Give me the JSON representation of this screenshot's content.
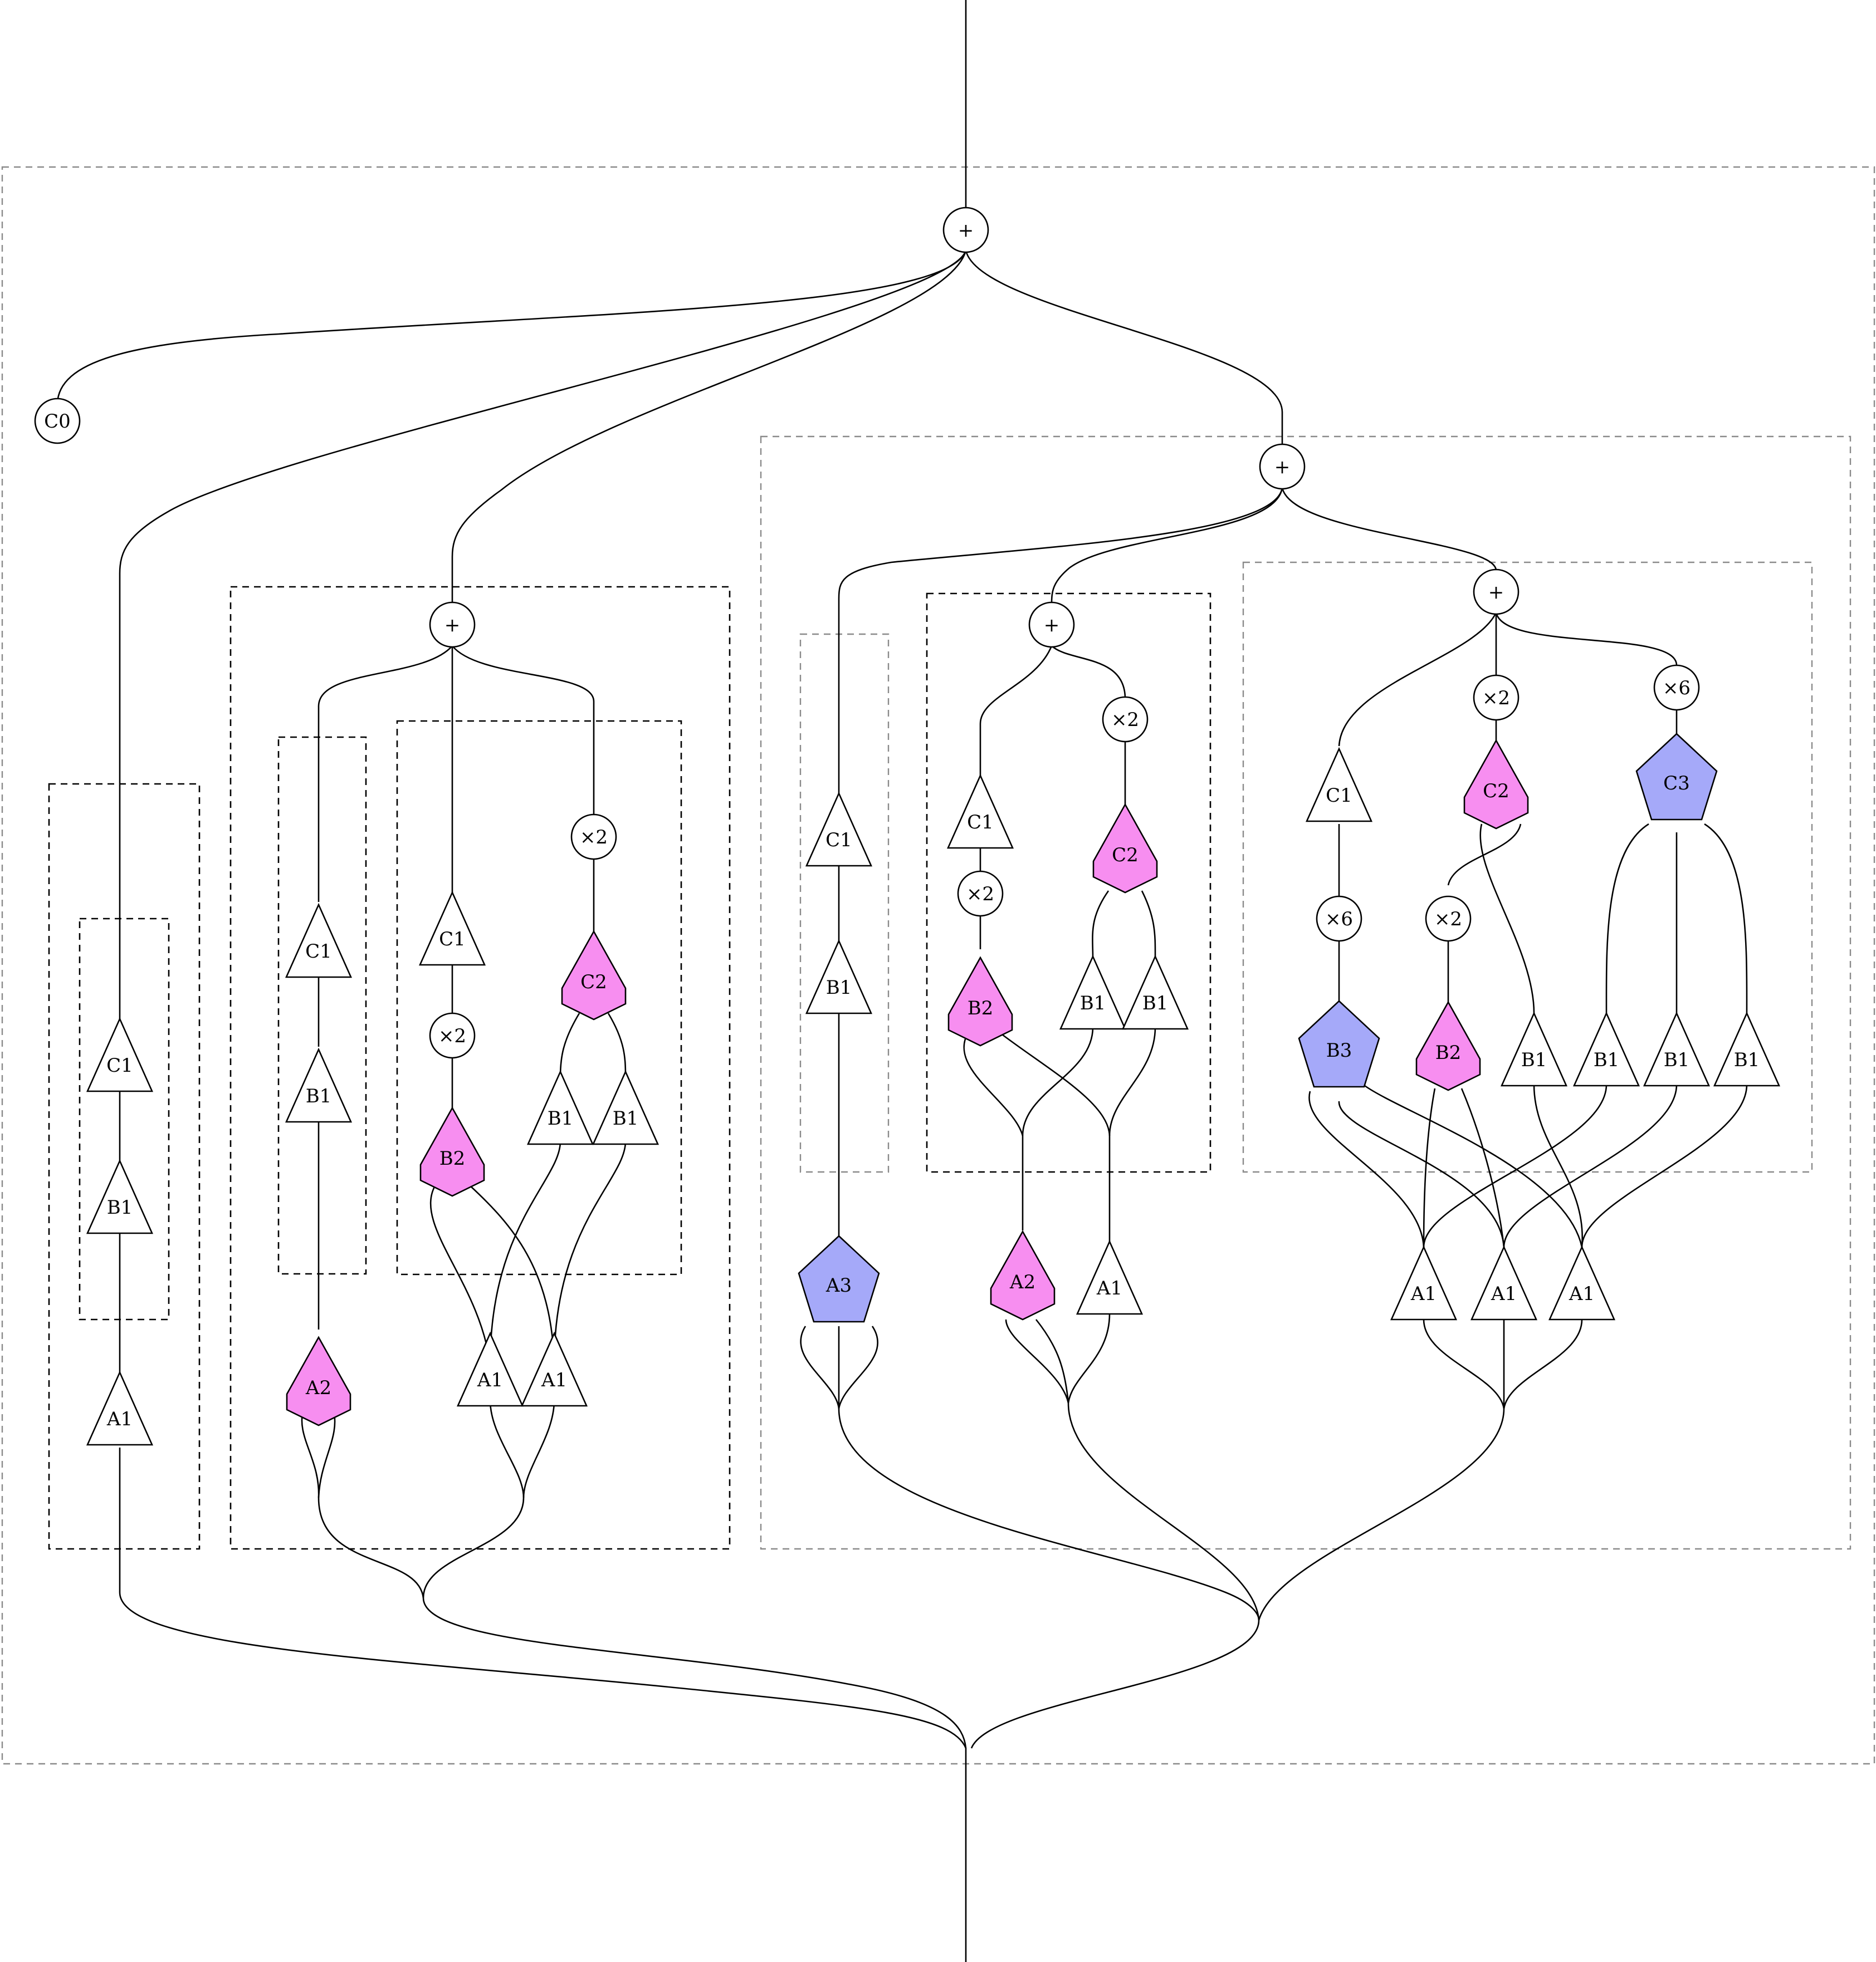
{
  "colors": {
    "background": "#ffffff",
    "stroke": "#000000",
    "plain_fill": "#ffffff",
    "level2_fill": "#f78ef0",
    "level3_fill": "#a5a9f9",
    "outer_dash": "#8a8a8a"
  },
  "nodes": [
    {
      "id": "sum-root",
      "kind": "circle",
      "label": "+",
      "fill": "plain"
    },
    {
      "id": "c0",
      "kind": "circle",
      "label": "C0",
      "fill": "plain"
    },
    {
      "id": "sum-left",
      "kind": "circle",
      "label": "+",
      "fill": "plain"
    },
    {
      "id": "sum-right",
      "kind": "circle",
      "label": "+",
      "fill": "plain"
    },
    {
      "id": "sum-mid",
      "kind": "circle",
      "label": "+",
      "fill": "plain"
    },
    {
      "id": "sum-far",
      "kind": "circle",
      "label": "+",
      "fill": "plain"
    },
    {
      "id": "p1-c1",
      "kind": "triangle",
      "label": "C1",
      "fill": "plain"
    },
    {
      "id": "p1-b1",
      "kind": "triangle",
      "label": "B1",
      "fill": "plain"
    },
    {
      "id": "p1-a1",
      "kind": "triangle",
      "label": "A1",
      "fill": "plain"
    },
    {
      "id": "p2-c1",
      "kind": "triangle",
      "label": "C1",
      "fill": "plain"
    },
    {
      "id": "p2-b1",
      "kind": "triangle",
      "label": "B1",
      "fill": "plain"
    },
    {
      "id": "p2-a2",
      "kind": "pentagon",
      "label": "A2",
      "fill": "level2"
    },
    {
      "id": "p3-c1",
      "kind": "triangle",
      "label": "C1",
      "fill": "plain"
    },
    {
      "id": "p3-x2",
      "kind": "circle",
      "label": "×2",
      "fill": "plain"
    },
    {
      "id": "p3-b2",
      "kind": "pentagon",
      "label": "B2",
      "fill": "level2"
    },
    {
      "id": "p4-x2",
      "kind": "circle",
      "label": "×2",
      "fill": "plain"
    },
    {
      "id": "p4-c2",
      "kind": "pentagon",
      "label": "C2",
      "fill": "level2"
    },
    {
      "id": "p4-b1a",
      "kind": "triangle",
      "label": "B1",
      "fill": "plain"
    },
    {
      "id": "p4-b1b",
      "kind": "triangle",
      "label": "B1",
      "fill": "plain"
    },
    {
      "id": "p4-a1a",
      "kind": "triangle",
      "label": "A1",
      "fill": "plain"
    },
    {
      "id": "p4-a1b",
      "kind": "triangle",
      "label": "A1",
      "fill": "plain"
    },
    {
      "id": "p5-c1",
      "kind": "triangle",
      "label": "C1",
      "fill": "plain"
    },
    {
      "id": "p5-b1",
      "kind": "triangle",
      "label": "B1",
      "fill": "plain"
    },
    {
      "id": "p5-a3",
      "kind": "hexagon",
      "label": "A3",
      "fill": "level3"
    },
    {
      "id": "p6-c1",
      "kind": "triangle",
      "label": "C1",
      "fill": "plain"
    },
    {
      "id": "p6-x2",
      "kind": "circle",
      "label": "×2",
      "fill": "plain"
    },
    {
      "id": "p6-b2",
      "kind": "pentagon",
      "label": "B2",
      "fill": "level2"
    },
    {
      "id": "p7-x2",
      "kind": "circle",
      "label": "×2",
      "fill": "plain"
    },
    {
      "id": "p7-c2",
      "kind": "pentagon",
      "label": "C2",
      "fill": "level2"
    },
    {
      "id": "p7-b1a",
      "kind": "triangle",
      "label": "B1",
      "fill": "plain"
    },
    {
      "id": "p7-b1b",
      "kind": "triangle",
      "label": "B1",
      "fill": "plain"
    },
    {
      "id": "p6-a2",
      "kind": "pentagon",
      "label": "A2",
      "fill": "level2"
    },
    {
      "id": "p7-a1",
      "kind": "triangle",
      "label": "A1",
      "fill": "plain"
    },
    {
      "id": "p8-c1",
      "kind": "triangle",
      "label": "C1",
      "fill": "plain"
    },
    {
      "id": "p8-x6",
      "kind": "circle",
      "label": "×6",
      "fill": "plain"
    },
    {
      "id": "p8-b3",
      "kind": "hexagon",
      "label": "B3",
      "fill": "level3"
    },
    {
      "id": "p9-x2",
      "kind": "circle",
      "label": "×2",
      "fill": "plain"
    },
    {
      "id": "p9-c2",
      "kind": "pentagon",
      "label": "C2",
      "fill": "level2"
    },
    {
      "id": "p9-x2b",
      "kind": "circle",
      "label": "×2",
      "fill": "plain"
    },
    {
      "id": "p9-b2",
      "kind": "pentagon",
      "label": "B2",
      "fill": "level2"
    },
    {
      "id": "p9-b1",
      "kind": "triangle",
      "label": "B1",
      "fill": "plain"
    },
    {
      "id": "p10-x6",
      "kind": "circle",
      "label": "×6",
      "fill": "plain"
    },
    {
      "id": "p10-c3",
      "kind": "hexagon",
      "label": "C3",
      "fill": "level3"
    },
    {
      "id": "p10-b1a",
      "kind": "triangle",
      "label": "B1",
      "fill": "plain"
    },
    {
      "id": "p10-b1b",
      "kind": "triangle",
      "label": "B1",
      "fill": "plain"
    },
    {
      "id": "p10-b1c",
      "kind": "triangle",
      "label": "B1",
      "fill": "plain"
    },
    {
      "id": "p8-a1a",
      "kind": "triangle",
      "label": "A1",
      "fill": "plain"
    },
    {
      "id": "p8-a1b",
      "kind": "triangle",
      "label": "A1",
      "fill": "plain"
    },
    {
      "id": "p8-a1c",
      "kind": "triangle",
      "label": "A1",
      "fill": "plain"
    }
  ]
}
